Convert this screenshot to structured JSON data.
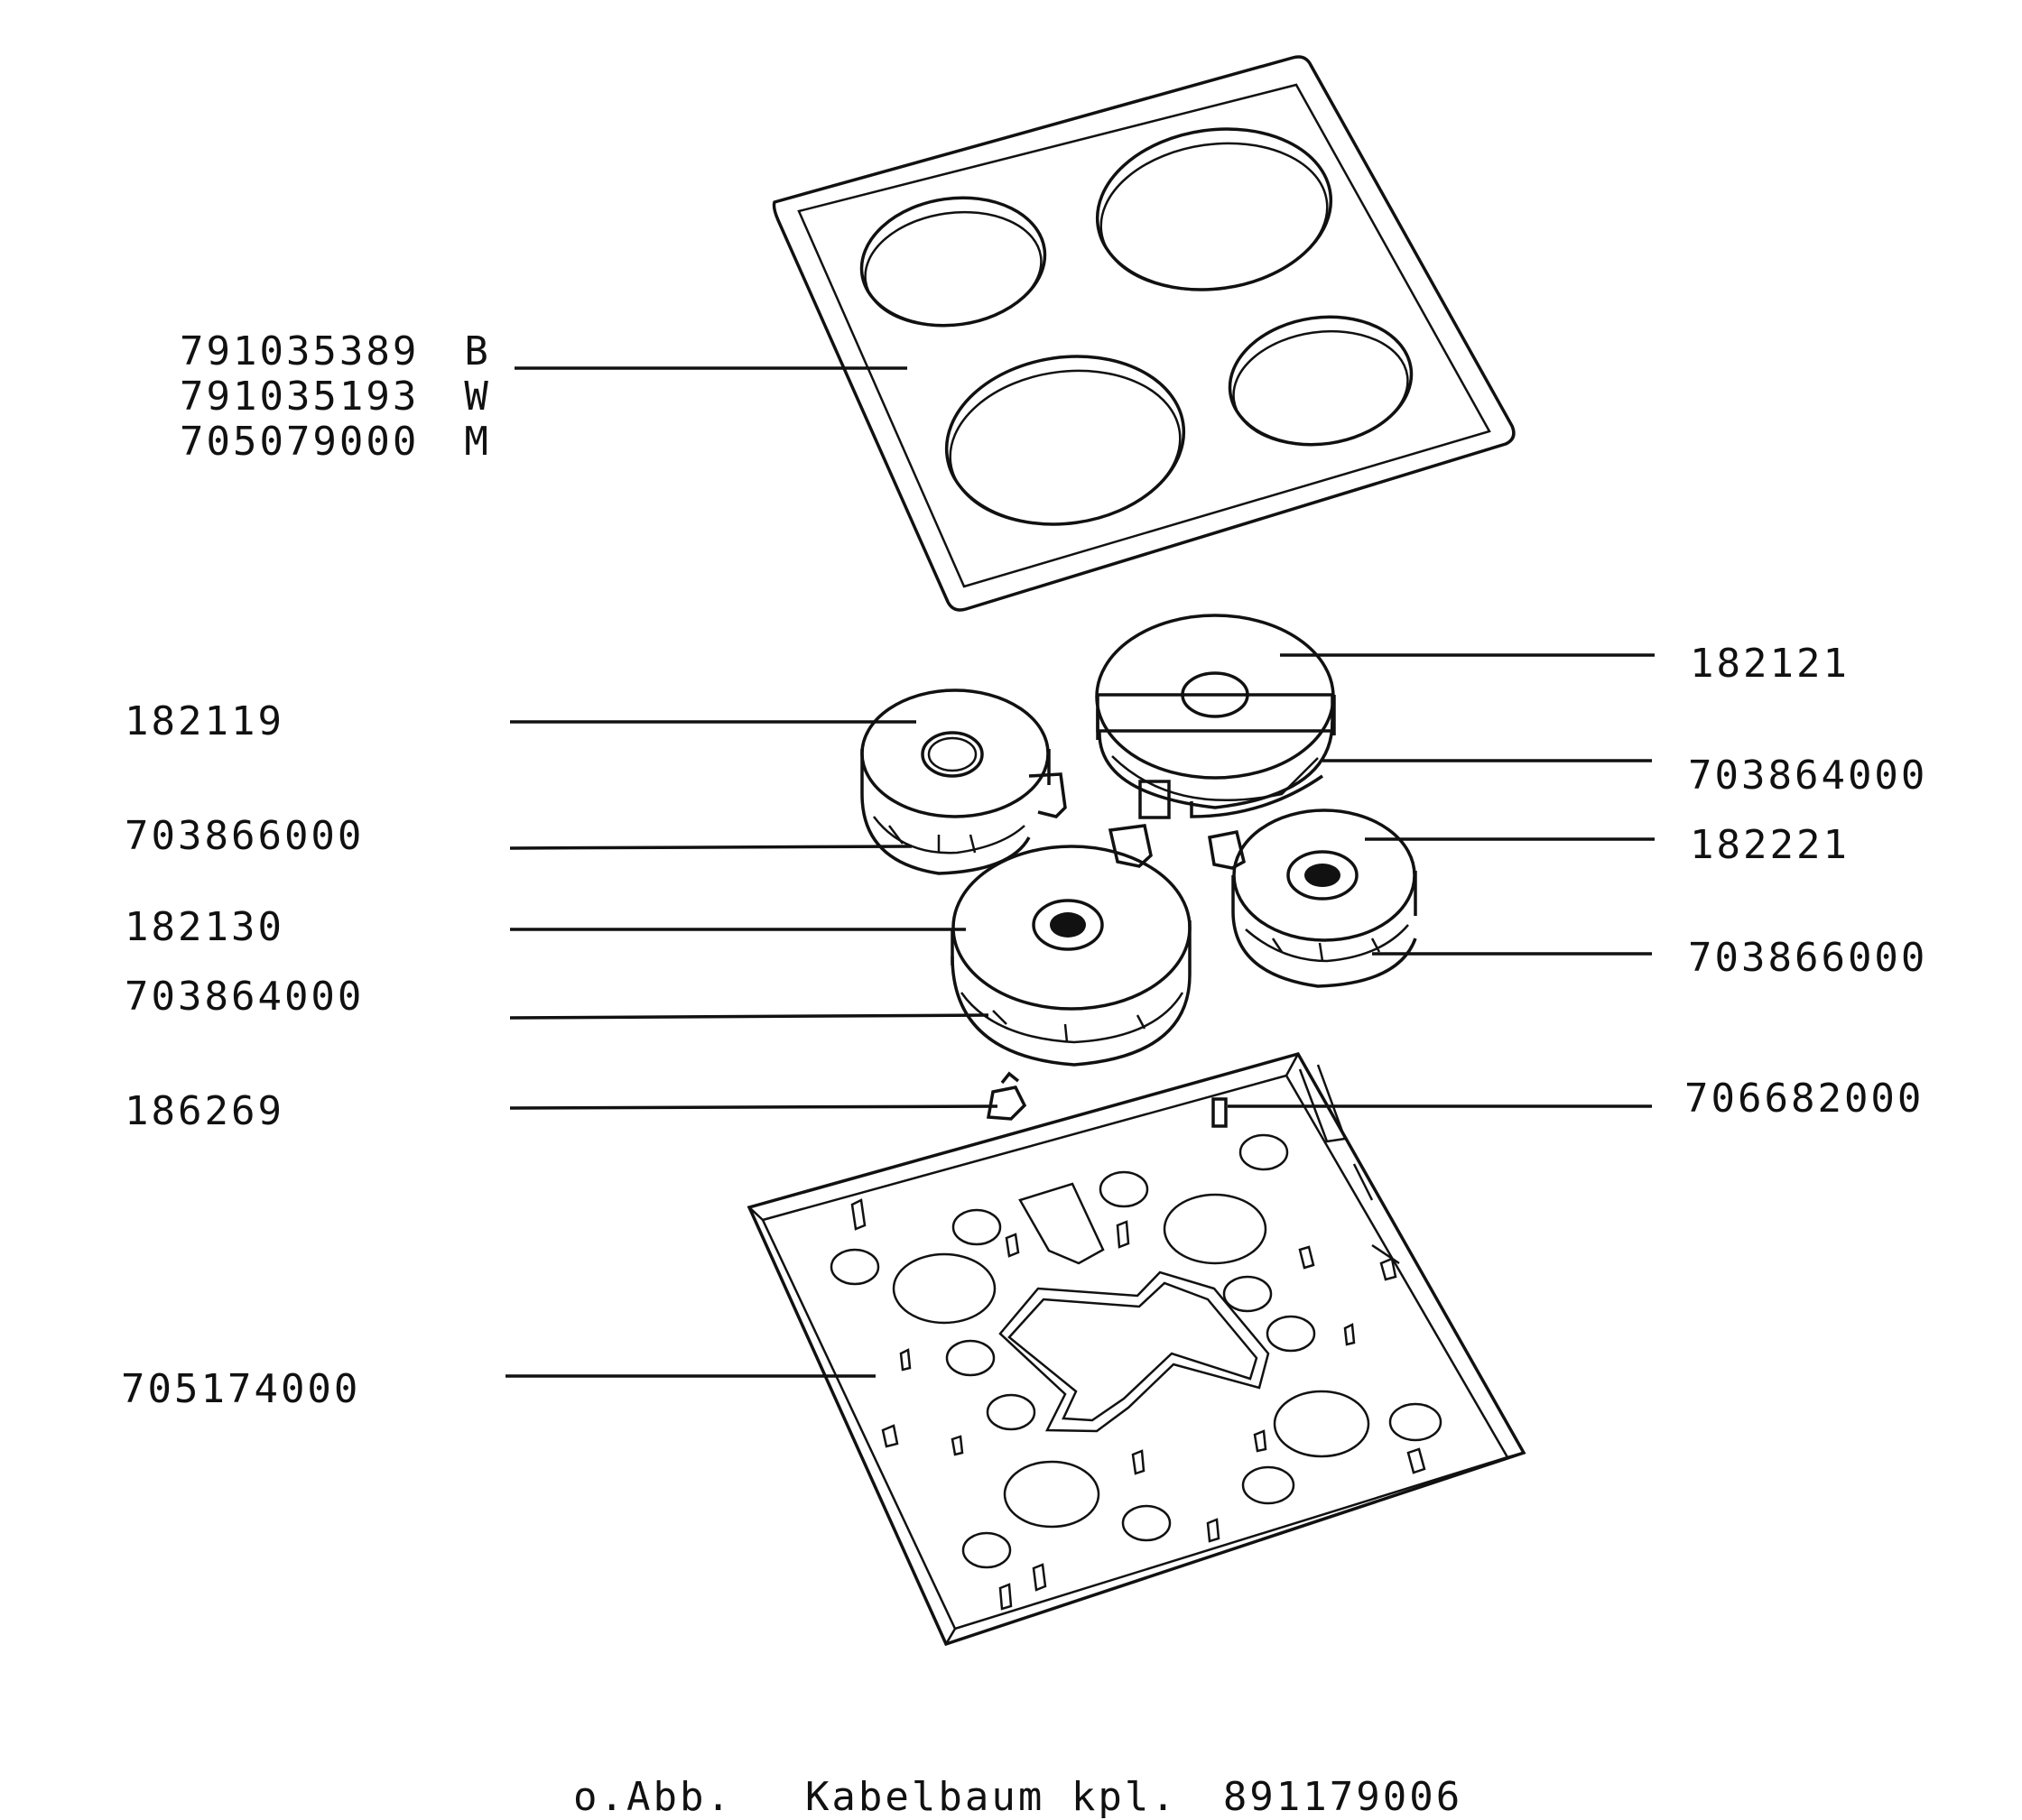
{
  "labels": {
    "top_panel": [
      {
        "number": "791035389",
        "code": "B"
      },
      {
        "number": "791035193",
        "code": "W"
      },
      {
        "number": "705079000",
        "code": "M"
      }
    ],
    "plate_right_top": "182121",
    "ring_right_top": "703864000",
    "plate_right_small": "182221",
    "ring_right_small": "703866000",
    "plate_left_small": "182119",
    "ring_left_small": "703866000",
    "plate_left_large": "182130",
    "ring_left_large": "703864000",
    "clip_left": "186269",
    "clip_right": "706682000",
    "base_tray": "705174000"
  },
  "footer": {
    "note": "o.Abb.",
    "part_name": "Kabelbaum kpl.",
    "part_number": "891179006"
  }
}
